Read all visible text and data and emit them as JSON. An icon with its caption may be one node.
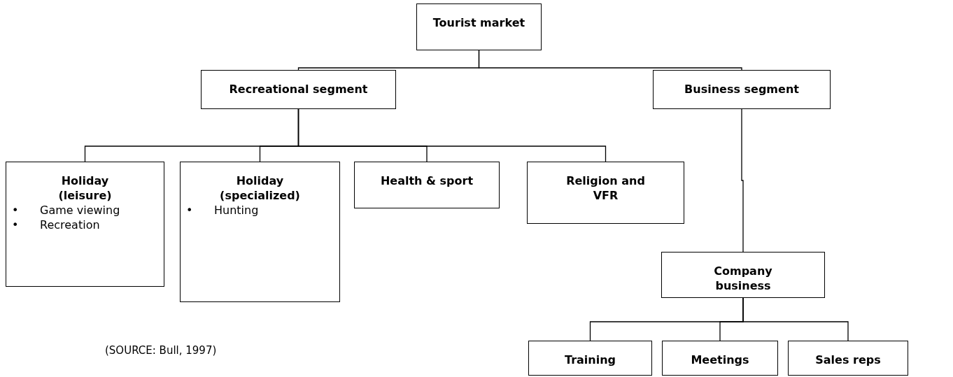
{
  "diagram": {
    "caption": "(SOURCE: Bull, 1997)",
    "nodes": [
      {
        "text": [
          "Tourist market"
        ]
      },
      {
        "text": [
          "Recreational segment"
        ]
      },
      {
        "text": [
          "Business segment"
        ]
      },
      {
        "text": [
          "Holiday (leisure)",
          "Game viewing",
          "Recreation"
        ]
      },
      {
        "text": [
          "Holiday (specialized)",
          "Hunting"
        ]
      },
      {
        "text": [
          "Health & sport"
        ]
      },
      {
        "text": [
          "Religion and VFR"
        ]
      },
      {
        "text": [
          "Company business"
        ]
      },
      {
        "text": [
          "Training"
        ]
      },
      {
        "text": [
          "Meetings"
        ]
      },
      {
        "text": [
          "Sales reps"
        ]
      }
    ],
    "labels": [
      "•",
      "•",
      "•"
    ],
    "edges": [
      {
        "from": 0,
        "to": 1,
        "arrow": "none"
      },
      {
        "from": 0,
        "to": 2,
        "arrow": "none"
      },
      {
        "from": 1,
        "to": 3,
        "arrow": "none"
      },
      {
        "from": 1,
        "to": 4,
        "arrow": "none"
      },
      {
        "from": 1,
        "to": 5,
        "arrow": "none"
      },
      {
        "from": 1,
        "to": 6,
        "arrow": "none"
      },
      {
        "from": 2,
        "to": 7,
        "arrow": "none"
      },
      {
        "from": 7,
        "to": 8,
        "arrow": "none"
      },
      {
        "from": 7,
        "to": 9,
        "arrow": "none"
      },
      {
        "from": 7,
        "to": 10,
        "arrow": "none"
      }
    ]
  }
}
